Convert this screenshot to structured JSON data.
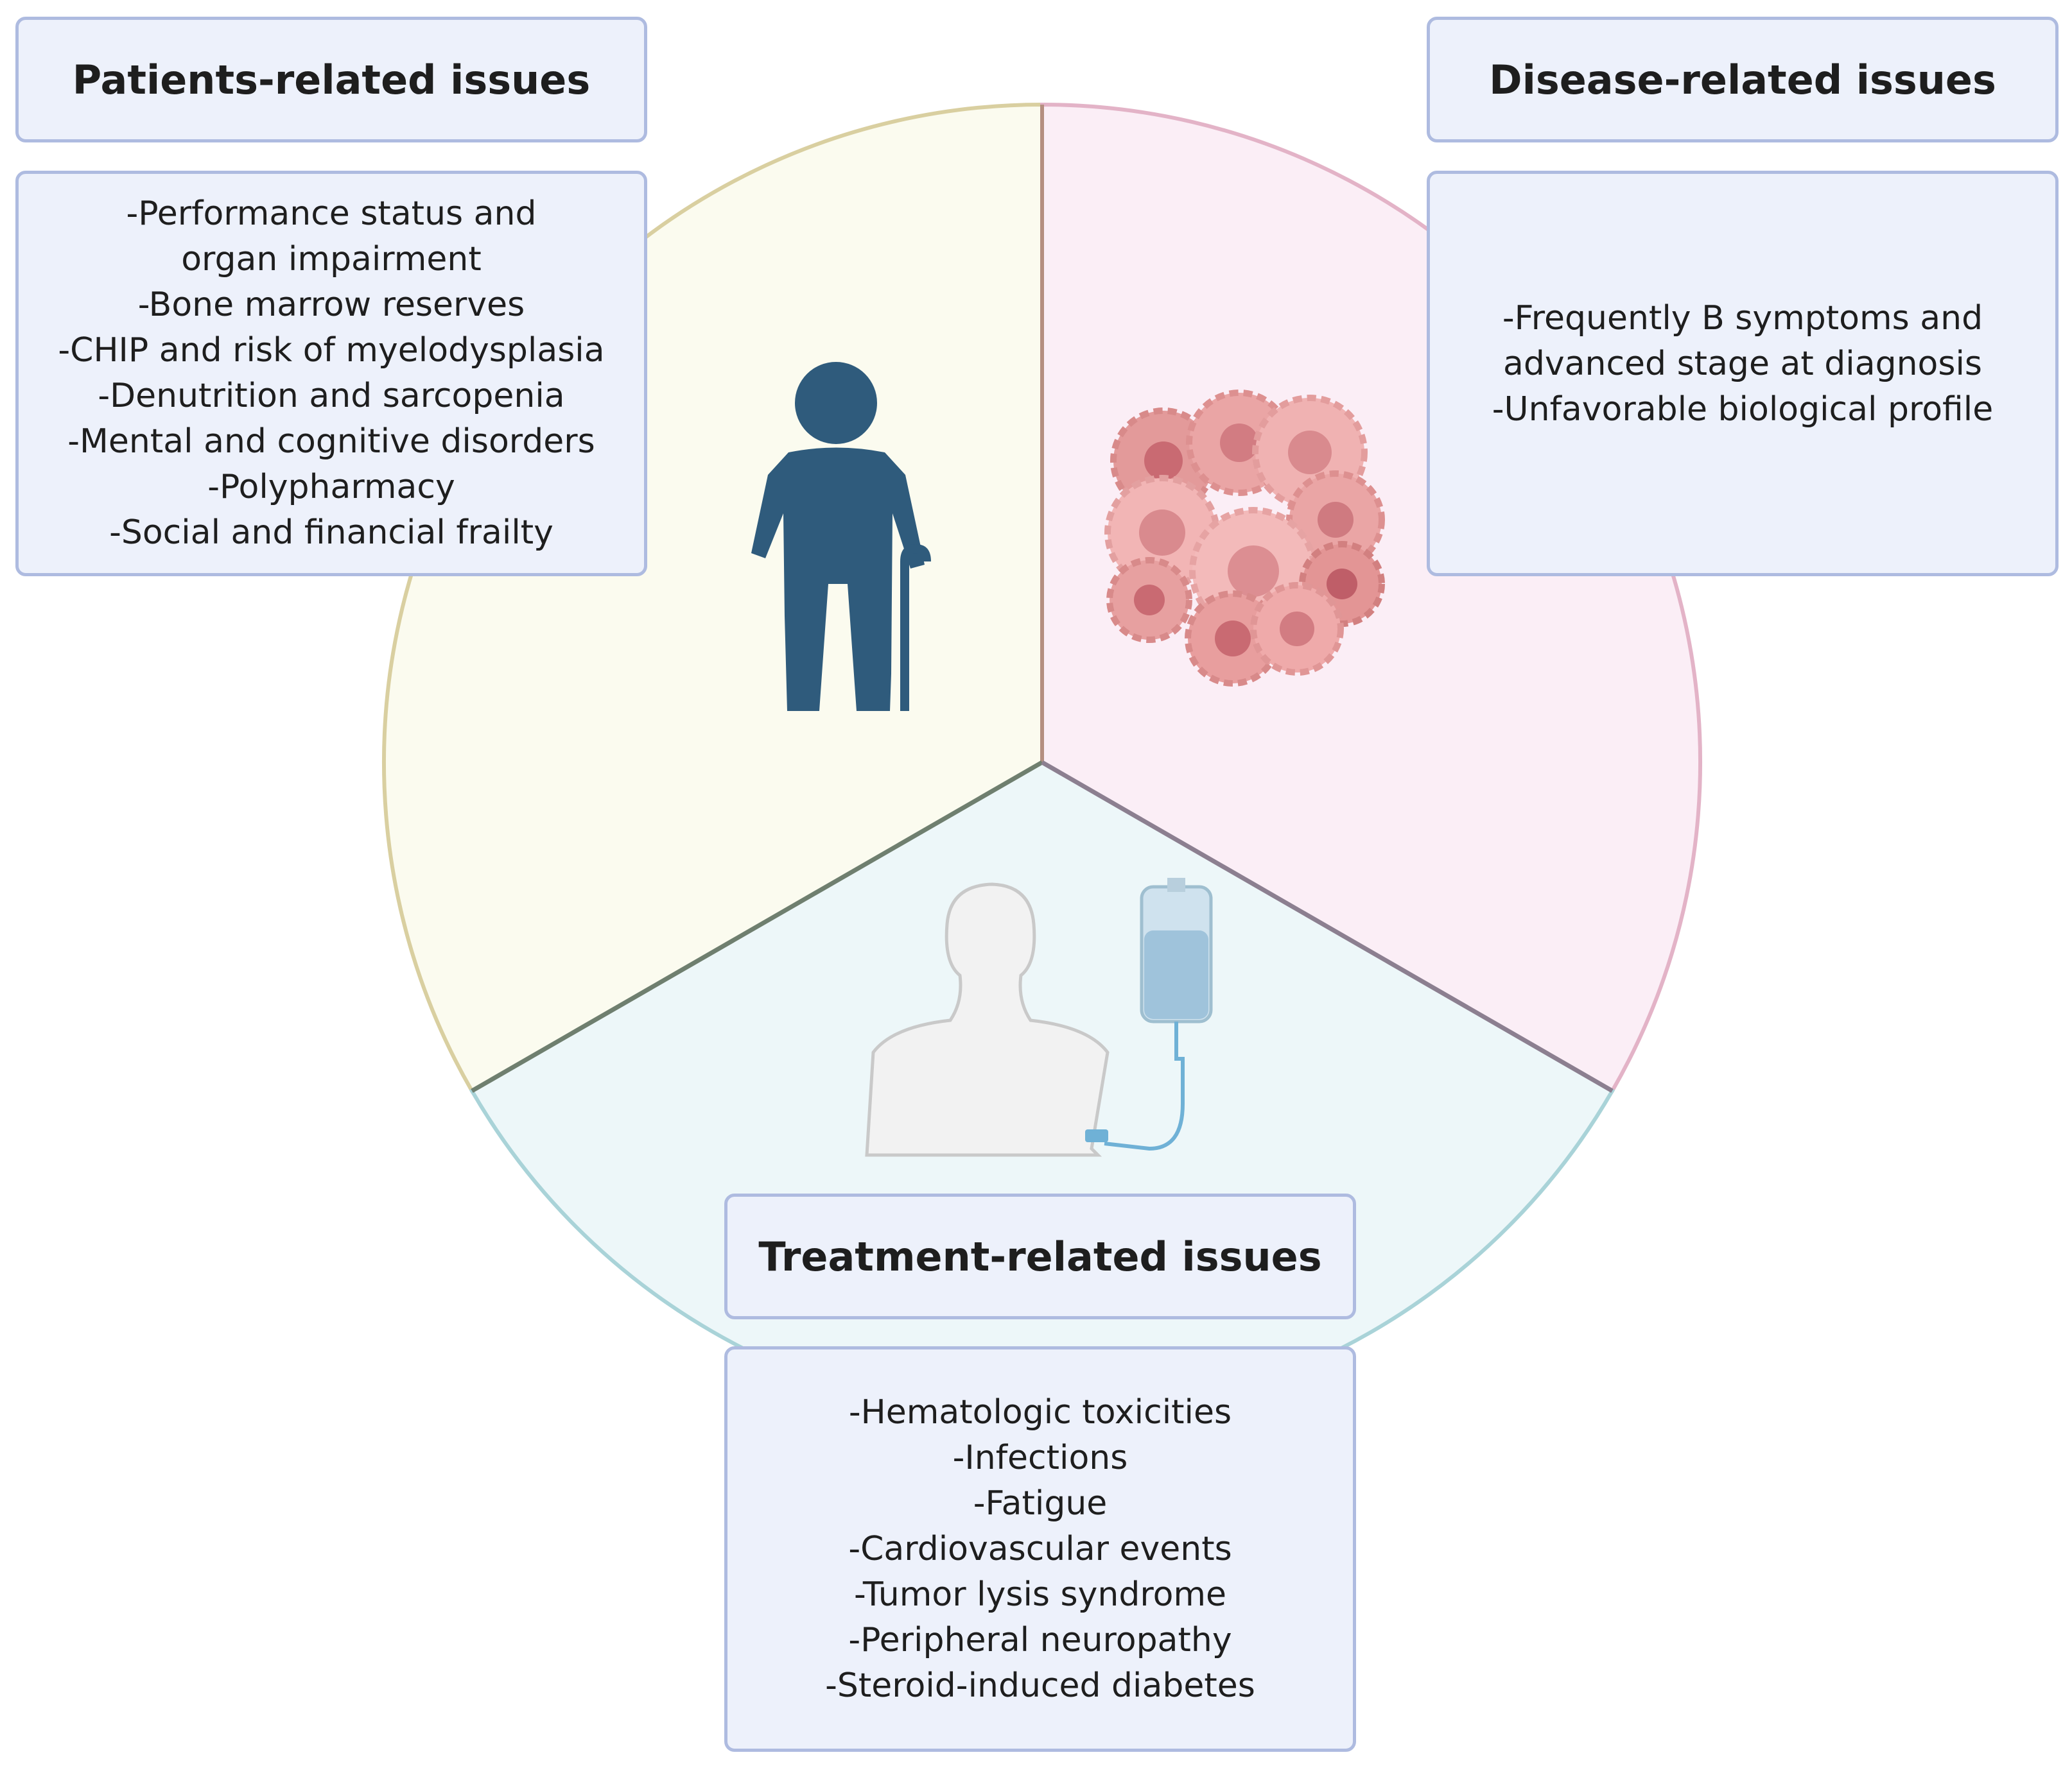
{
  "patients": {
    "title": "Patients-related issues",
    "items": [
      "-Performance status and organ impairment",
      "-Bone marrow reserves",
      "-CHIP and risk of myelodysplasia",
      "-Denutrition and sarcopenia",
      "-Mental and cognitive disorders",
      "-Polypharmacy",
      "-Social and financial frailty"
    ],
    "sector_color": "#fbfbef",
    "sector_border": "#d9cfa0",
    "icon": "elderly-person-with-cane-icon"
  },
  "disease": {
    "title": "Disease-related issues",
    "items": [
      "-Frequently B symptoms and advanced stage at diagnosis",
      "-Unfavorable biological profile"
    ],
    "sector_color": "#fbeef6",
    "sector_border": "#e3b3c7",
    "icon": "tumor-cells-icon"
  },
  "treatment": {
    "title": "Treatment-related issues",
    "items": [
      "-Hematologic toxicities",
      "-Infections",
      "-Fatigue",
      "-Cardiovascular events",
      "-Tumor lysis syndrome",
      "-Peripheral neuropathy",
      "-Steroid-induced diabetes"
    ],
    "sector_color": "#edf7f9",
    "sector_border": "#a9d3d8",
    "icon": "patient-iv-infusion-icon"
  },
  "colors": {
    "box_fill": "#edf1fb",
    "box_border": "#aebbe0",
    "divider": "#7d7d7d",
    "person_fill": "#2f5b7c",
    "cell_fill": "#e8a3a3"
  }
}
